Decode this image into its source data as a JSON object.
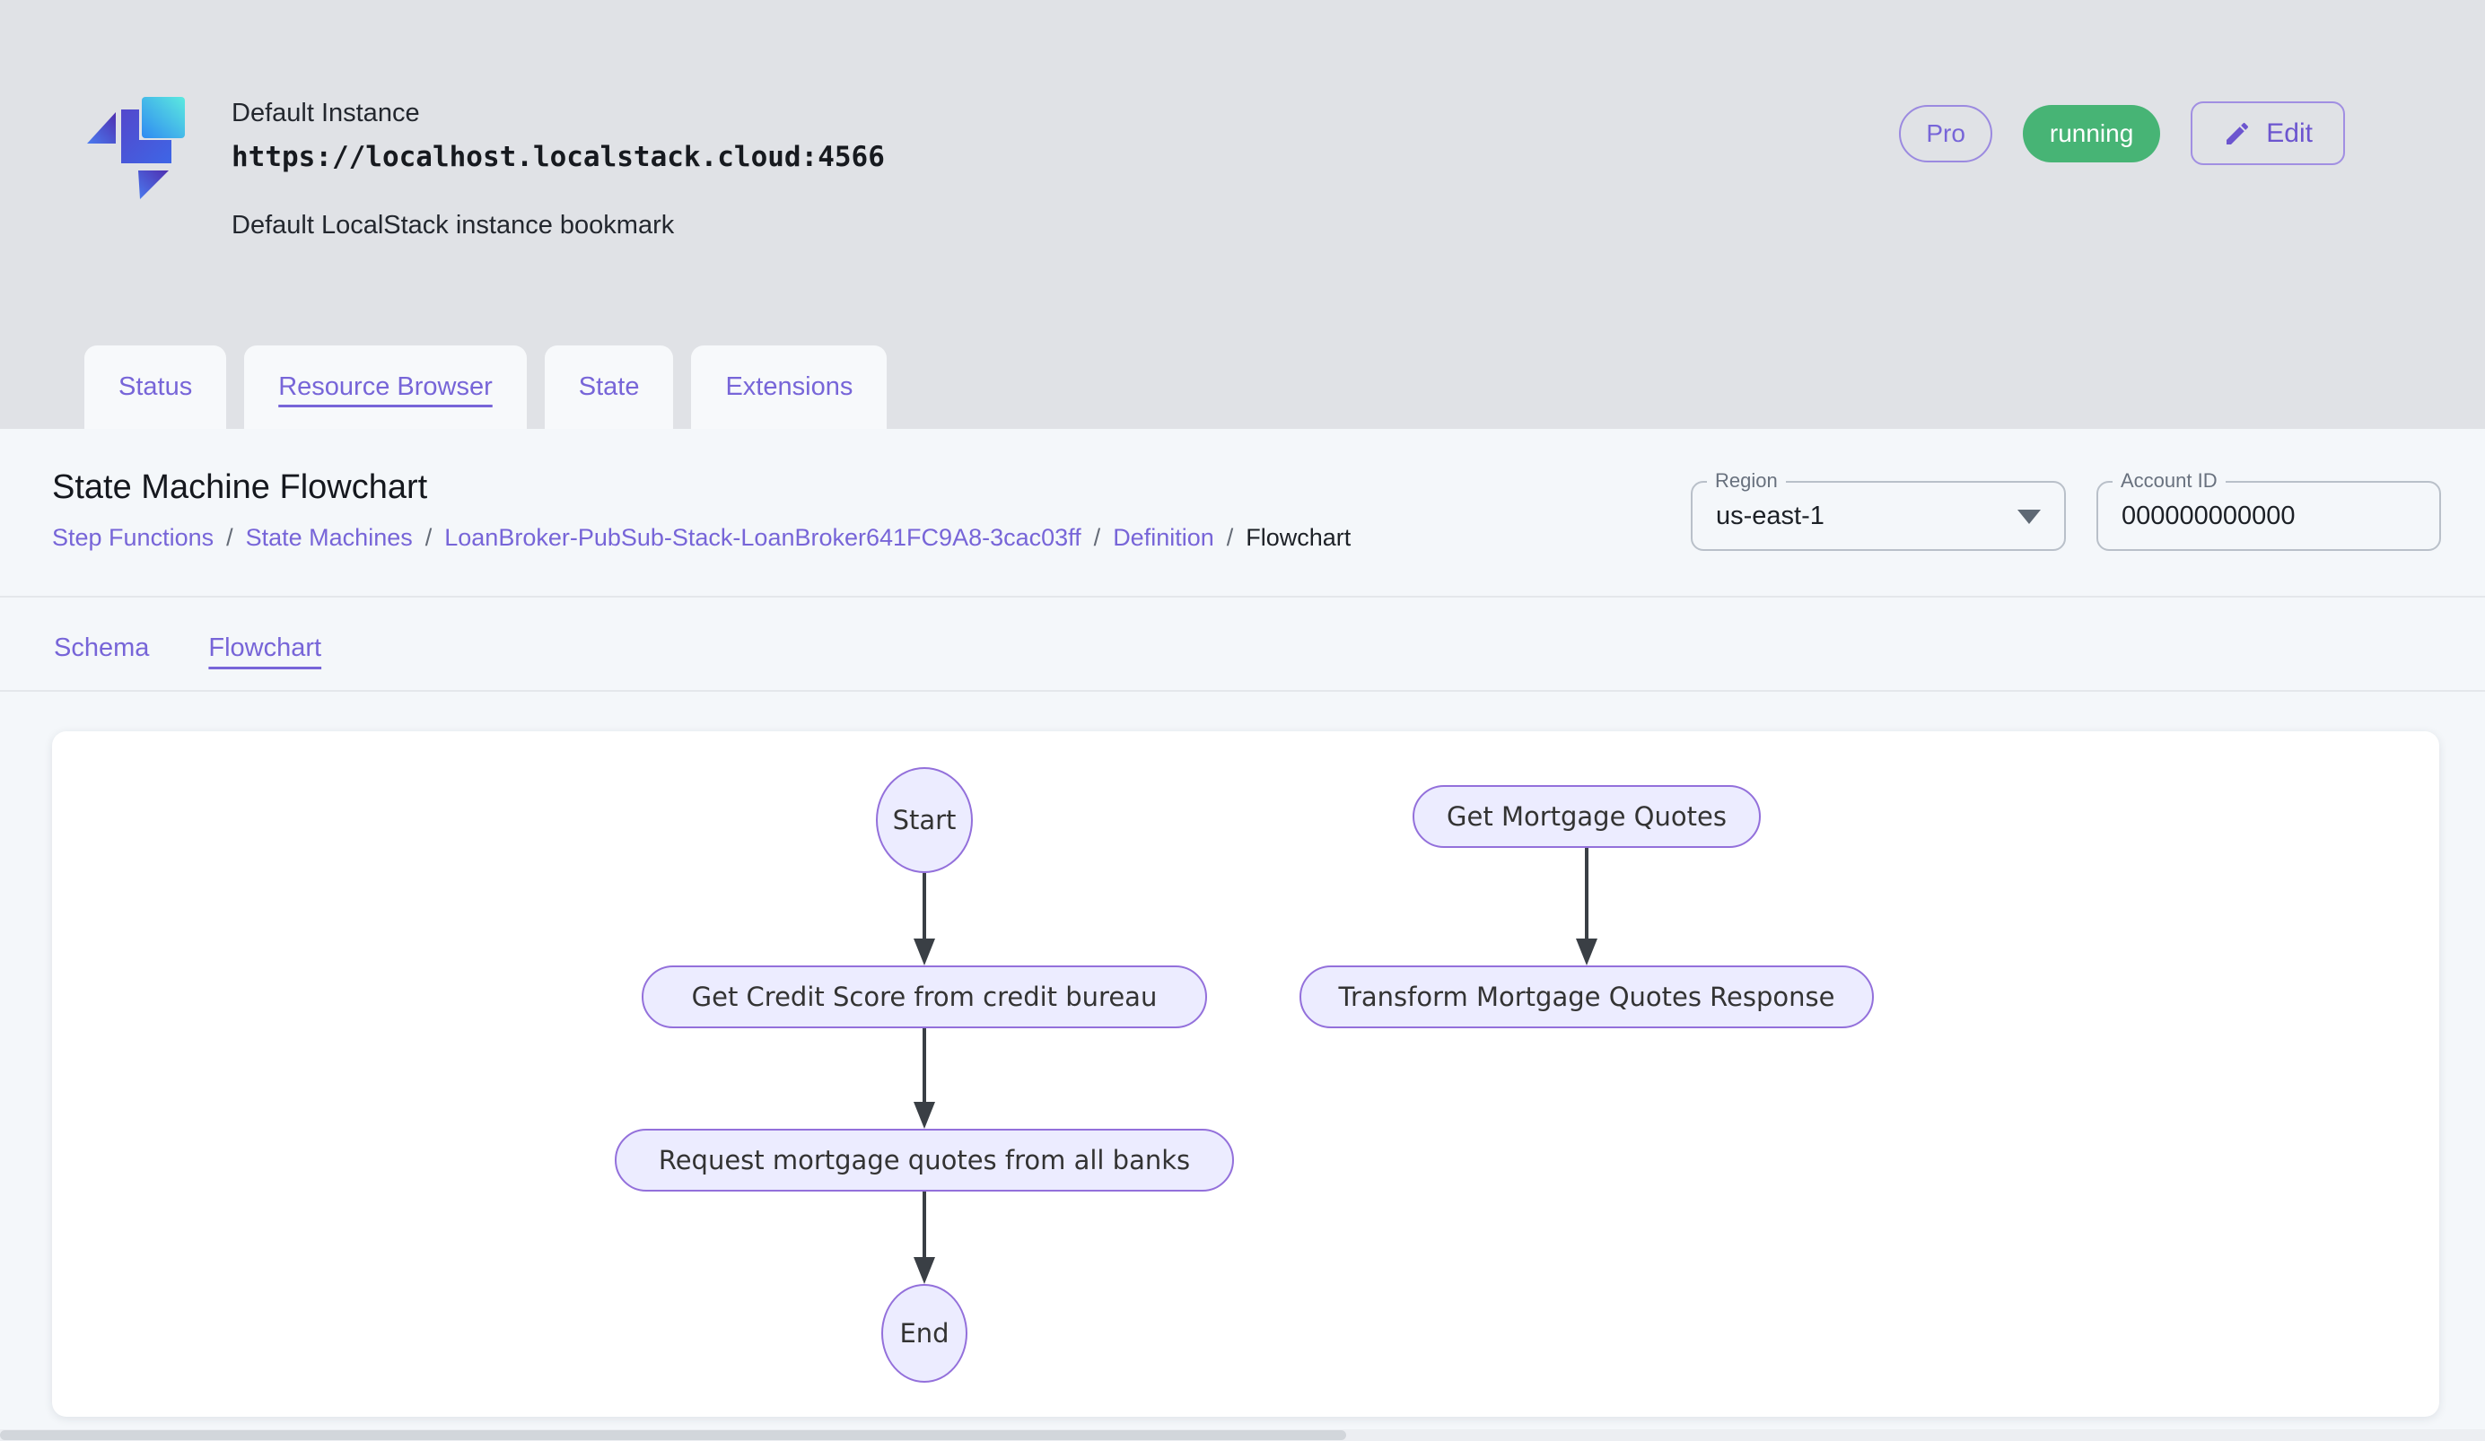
{
  "header": {
    "instance_name": "Default Instance",
    "instance_url": "https://localhost.localstack.cloud:4566",
    "instance_description": "Default LocalStack instance bookmark",
    "pro_badge_label": "Pro",
    "status_badge_label": "running",
    "edit_button_label": "Edit"
  },
  "tabs": [
    {
      "label": "Status",
      "active": false
    },
    {
      "label": "Resource Browser",
      "active": true
    },
    {
      "label": "State",
      "active": false
    },
    {
      "label": "Extensions",
      "active": false
    }
  ],
  "page": {
    "title": "State Machine Flowchart",
    "breadcrumb_separator": "/",
    "breadcrumb": [
      {
        "label": "Step Functions"
      },
      {
        "label": "State Machines"
      },
      {
        "label": "LoanBroker-PubSub-Stack-LoanBroker641FC9A8-3cac03ff"
      },
      {
        "label": "Definition"
      },
      {
        "label": "Flowchart",
        "current": true
      }
    ],
    "region_field": {
      "label": "Region",
      "value": "us-east-1"
    },
    "account_field": {
      "label": "Account ID",
      "value": "000000000000"
    },
    "subtabs": [
      {
        "label": "Schema",
        "active": false
      },
      {
        "label": "Flowchart",
        "active": true
      }
    ]
  },
  "flowchart": {
    "nodes": [
      {
        "id": "start",
        "label": "Start",
        "shape": "ellipse"
      },
      {
        "id": "get-credit-score",
        "label": "Get Credit Score from credit bureau",
        "shape": "stadium"
      },
      {
        "id": "request-quotes",
        "label": "Request mortgage quotes from all banks",
        "shape": "stadium"
      },
      {
        "id": "end",
        "label": "End",
        "shape": "ellipse"
      },
      {
        "id": "get-mortgage-quotes",
        "label": "Get Mortgage Quotes",
        "shape": "stadium"
      },
      {
        "id": "transform-response",
        "label": "Transform Mortgage Quotes Response",
        "shape": "stadium"
      }
    ],
    "edges": [
      {
        "from": "Start",
        "to": "Get Credit Score from credit bureau"
      },
      {
        "from": "Get Credit Score from credit bureau",
        "to": "Request mortgage quotes from all banks"
      },
      {
        "from": "Request mortgage quotes from all banks",
        "to": "End"
      },
      {
        "from": "Get Mortgage Quotes",
        "to": "Transform Mortgage Quotes Response"
      }
    ],
    "colors": {
      "node_fill": "#ececff",
      "node_border": "#9370db",
      "node_text": "#333333",
      "edge": "#3a3f45"
    }
  },
  "colors": {
    "accent_purple": "#7765d8",
    "badge_green": "#47b475",
    "page_background": "#e0e2e6",
    "panel_background": "#f4f7fa"
  }
}
